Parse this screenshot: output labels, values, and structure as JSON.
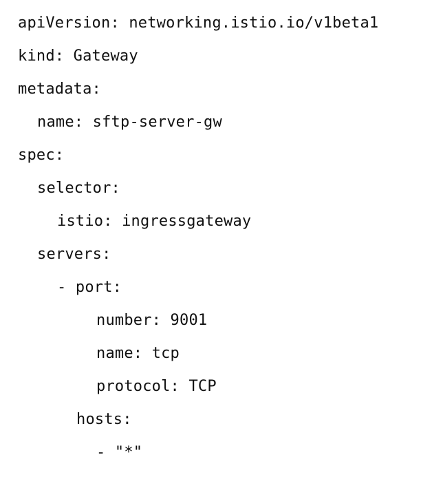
{
  "code": {
    "lines": [
      {
        "text": "apiVersion: networking.istio.io/v1beta1",
        "indent": 0
      },
      {
        "text": "kind: Gateway",
        "indent": 0
      },
      {
        "text": "metadata:",
        "indent": 0
      },
      {
        "text": "name: sftp-server-gw",
        "indent": 1
      },
      {
        "text": "spec:",
        "indent": 0
      },
      {
        "text": "selector:",
        "indent": 1
      },
      {
        "text": "istio: ingressgateway",
        "indent": 2
      },
      {
        "text": "servers:",
        "indent": 1
      },
      {
        "text": "- port:",
        "indent": 2
      },
      {
        "text": "number: 9001",
        "indent": 4
      },
      {
        "text": "name: tcp",
        "indent": 4
      },
      {
        "text": "protocol: TCP",
        "indent": 4
      },
      {
        "text": "hosts:",
        "indent": 3
      },
      {
        "text": "- \"*\"",
        "indent": 4
      }
    ]
  }
}
